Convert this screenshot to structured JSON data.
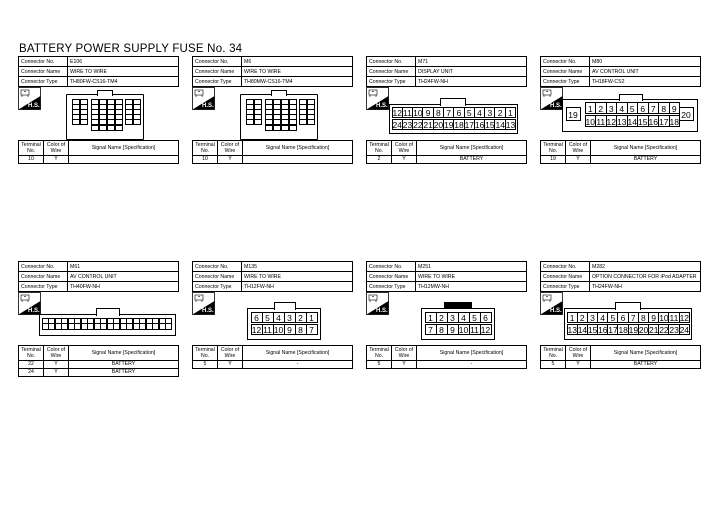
{
  "title": "BATTERY POWER SUPPLY FUSE No. 34",
  "labels": {
    "connector_no": "Connector No.",
    "connector_name": "Connector Name",
    "connector_type": "Connector Type",
    "terminal_no": "Terminal No.",
    "color_of_wire": "Color of Wire",
    "signal_name": "Signal Name [Specification]",
    "hs": "H.S."
  },
  "connectors": [
    {
      "no": "E106",
      "name": "WIRE TO WIRE",
      "type": "TH80FW-CS16-TM4",
      "rows": [
        {
          "terminal": "10",
          "color": "Y",
          "signal": ""
        }
      ]
    },
    {
      "no": "M6",
      "name": "WIRE TO WIRE",
      "type": "TH80MW-CS16-TM4",
      "rows": [
        {
          "terminal": "10",
          "color": "Y",
          "signal": ""
        }
      ]
    },
    {
      "no": "M71",
      "name": "DISPLAY UNIT",
      "type": "TH24FW-NH",
      "rows": [
        {
          "terminal": "2",
          "color": "Y",
          "signal": "BATTERY"
        }
      ]
    },
    {
      "no": "M80",
      "name": "AV CONTROL UNIT",
      "type": "TH18FW-CS2",
      "rows": [
        {
          "terminal": "19",
          "color": "Y",
          "signal": "BATTERY"
        }
      ]
    },
    {
      "no": "M61",
      "name": "AV CONTROL UNIT",
      "type": "TH40FW-NH",
      "rows": [
        {
          "terminal": "22",
          "color": "Y",
          "signal": "BATTERY"
        },
        {
          "terminal": "24",
          "color": "Y",
          "signal": "BATTERY"
        }
      ]
    },
    {
      "no": "M135",
      "name": "WIRE TO WIRE",
      "type": "TH12FW-NH",
      "rows": [
        {
          "terminal": "5",
          "color": "Y",
          "signal": "-"
        }
      ]
    },
    {
      "no": "M251",
      "name": "WIRE TO WIRE",
      "type": "TH12MW-NH",
      "rows": [
        {
          "terminal": "5",
          "color": "Y",
          "signal": "-"
        }
      ]
    },
    {
      "no": "M282",
      "name": "OPTION CONNECTOR FOR iPod ADAPTER",
      "type": "TH24FW-NH",
      "rows": [
        {
          "terminal": "5",
          "color": "Y",
          "signal": "BATTERY"
        }
      ]
    }
  ],
  "pins": {
    "m71_top": [
      "12",
      "11",
      "10",
      "9",
      "8",
      "7",
      "6",
      "5",
      "4",
      "3",
      "2",
      "1"
    ],
    "m71_bottom": [
      "24",
      "23",
      "22",
      "21",
      "20",
      "19",
      "18",
      "17",
      "16",
      "15",
      "14",
      "13"
    ],
    "m80_top": [
      "1",
      "2",
      "3",
      "4",
      "5",
      "6",
      "7",
      "8",
      "9"
    ],
    "m80_bottom": [
      "10",
      "11",
      "12",
      "13",
      "14",
      "15",
      "16",
      "17",
      "18"
    ],
    "m80_left": "19",
    "m80_right": "20",
    "m135_top": [
      "6",
      "5",
      "4",
      "3",
      "2",
      "1"
    ],
    "m135_bottom": [
      "12",
      "11",
      "10",
      "9",
      "8",
      "7"
    ],
    "m251_top": [
      "1",
      "2",
      "3",
      "4",
      "5",
      "6"
    ],
    "m251_bottom": [
      "7",
      "8",
      "9",
      "10",
      "11",
      "12"
    ],
    "m282_top": [
      "1",
      "2",
      "3",
      "4",
      "5",
      "6",
      "7",
      "8",
      "9",
      "10",
      "11",
      "12"
    ],
    "m282_bottom": [
      "13",
      "14",
      "15",
      "16",
      "17",
      "18",
      "19",
      "20",
      "21",
      "22",
      "23",
      "24"
    ]
  }
}
